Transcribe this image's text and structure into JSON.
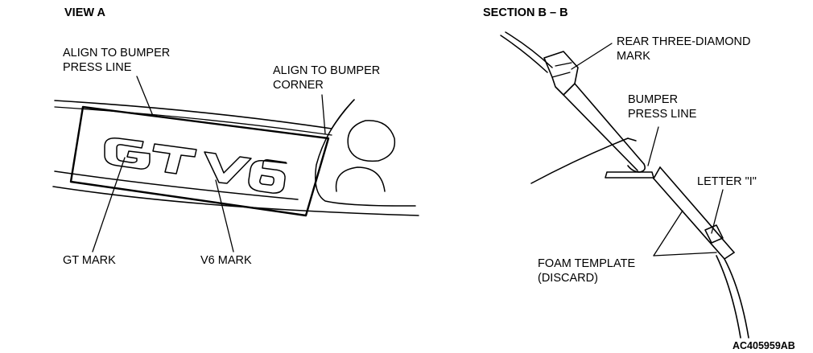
{
  "view_a": {
    "title": "VIEW A",
    "label_align_press_1": "ALIGN TO BUMPER",
    "label_align_press_2": "PRESS LINE",
    "label_align_corner_1": "ALIGN TO BUMPER",
    "label_align_corner_2": "CORNER",
    "label_gt_mark": "GT MARK",
    "label_v6_mark": "V6 MARK",
    "badge_text_gt": "GT",
    "badge_text_v6": "V6"
  },
  "section_bb": {
    "title": "SECTION B – B",
    "label_three_diamond_1": "REAR THREE-DIAMOND",
    "label_three_diamond_2": "MARK",
    "label_press_line_1": "BUMPER",
    "label_press_line_2": "PRESS LINE",
    "label_letter_i": "LETTER \"I\"",
    "label_foam_1": "FOAM TEMPLATE",
    "label_foam_2": "(DISCARD)"
  },
  "figure_code": "AC405959AB"
}
